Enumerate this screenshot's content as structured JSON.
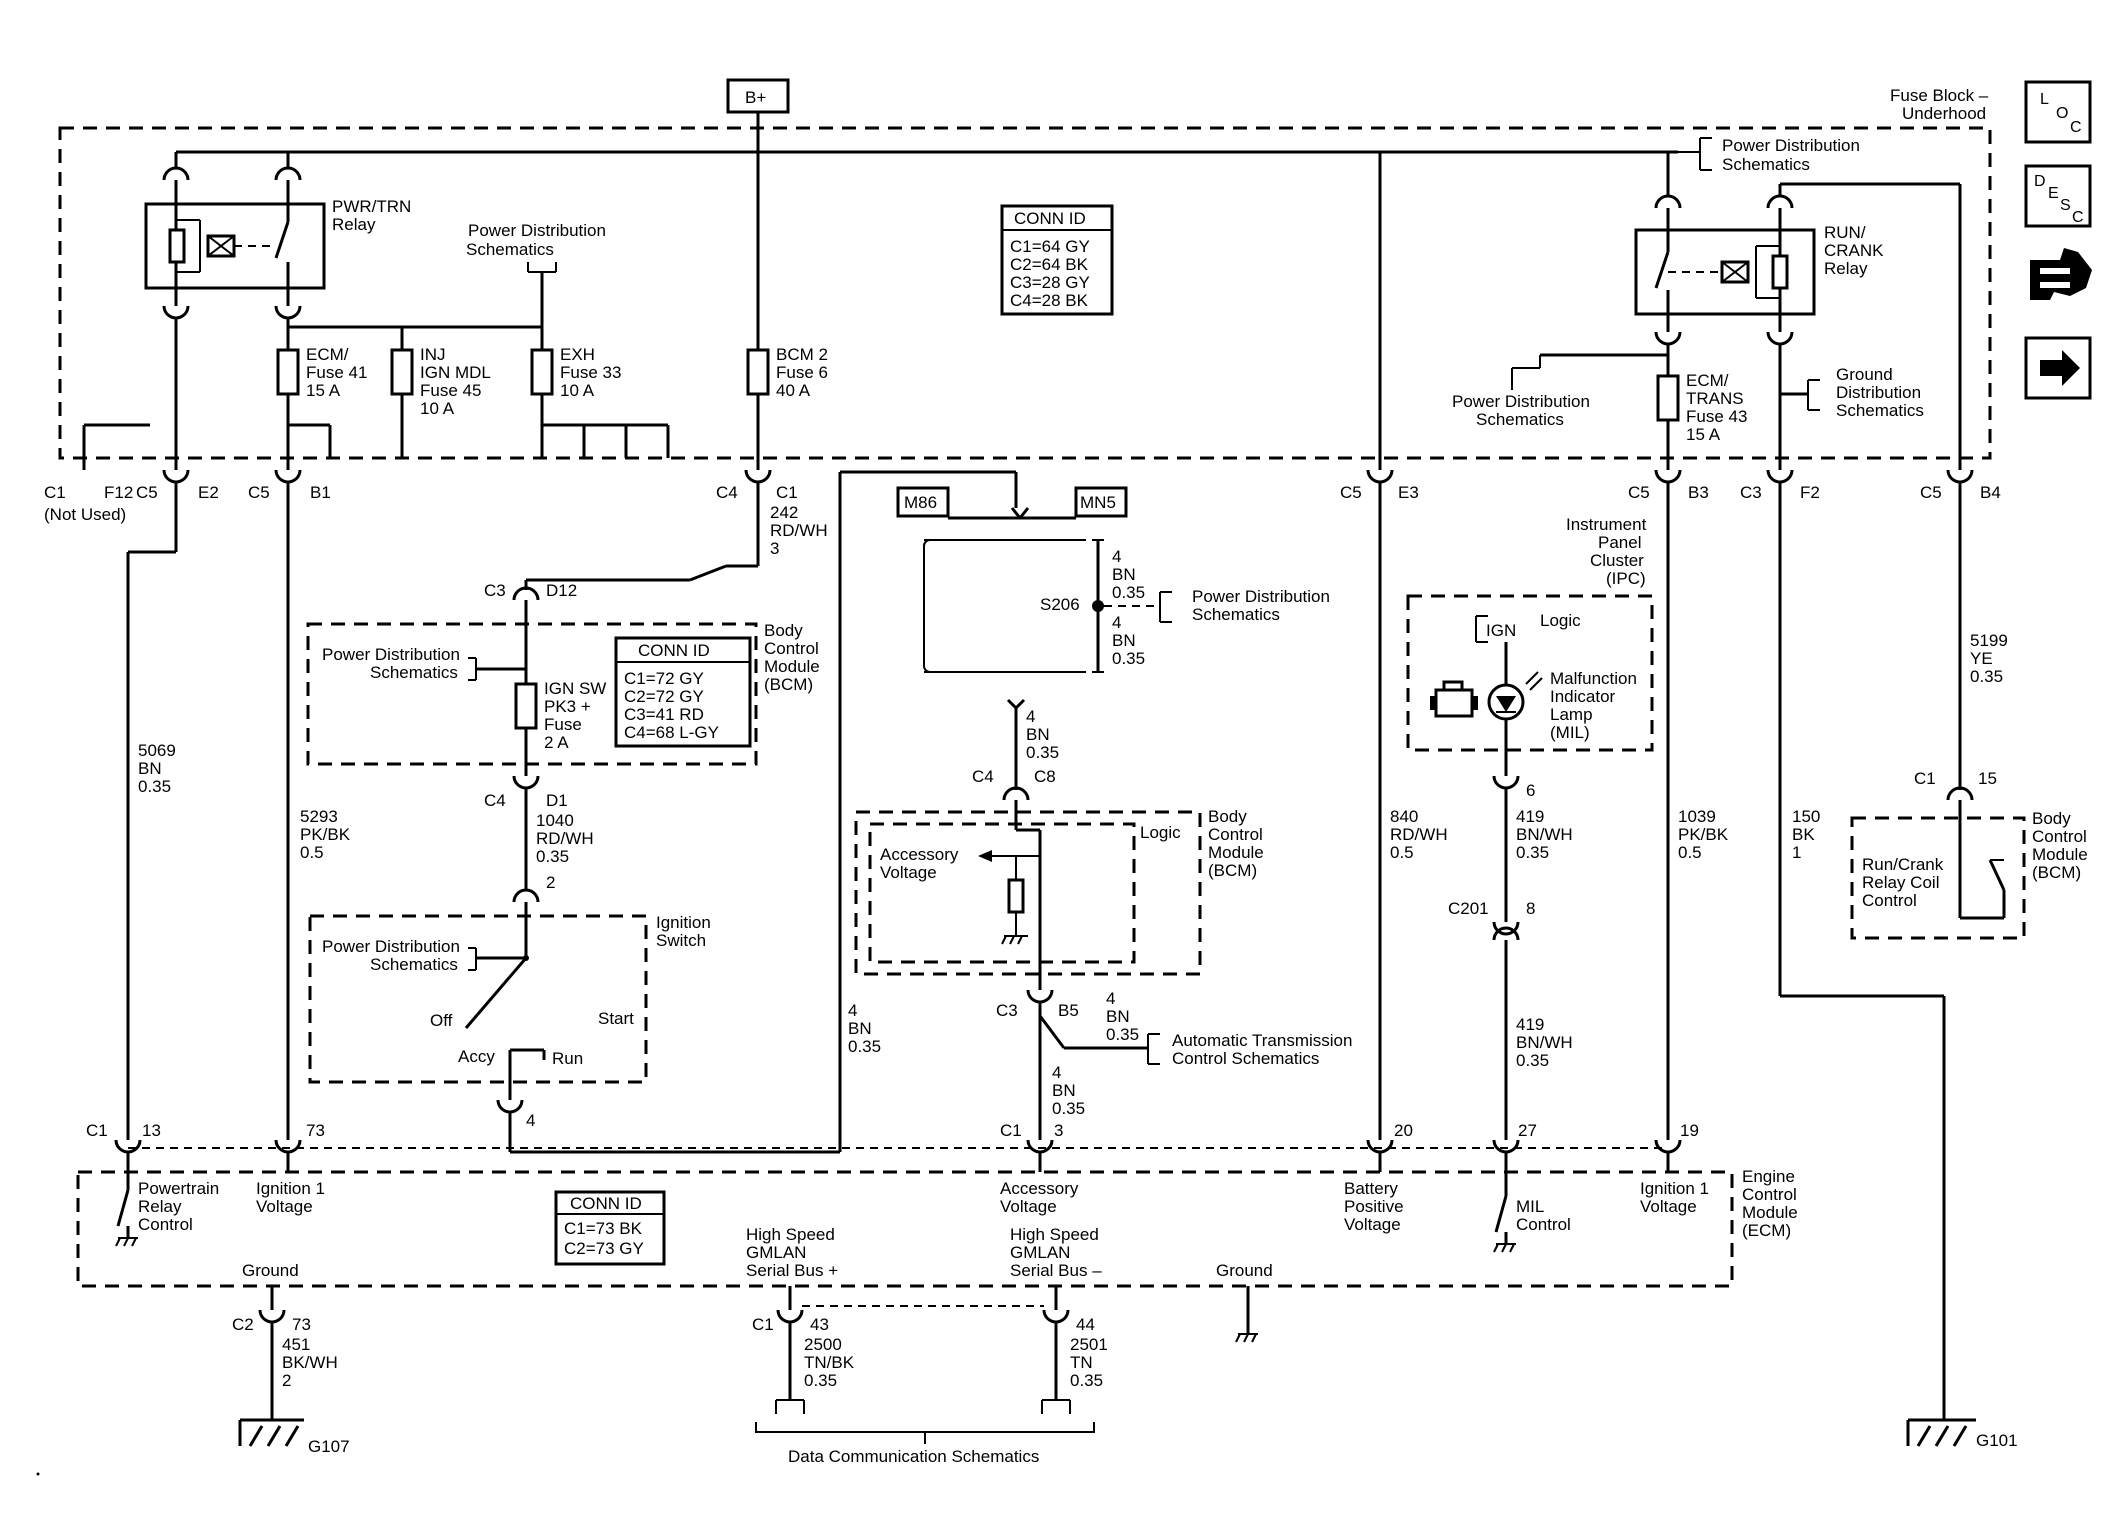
{
  "b_plus": "B+",
  "fuse_block": {
    "line1": "Fuse Block –",
    "line2": "Underhood"
  },
  "nav": {
    "loc": [
      "L",
      "O",
      "C"
    ],
    "desc": [
      "D",
      "E",
      "S",
      "C"
    ]
  },
  "power_dist": {
    "line1": "Power Distribution",
    "line2": "Schematics"
  },
  "ground_dist": [
    "Ground",
    "Distribution",
    "Schematics"
  ],
  "pwr_trn_relay": [
    "PWR/TRN",
    "Relay"
  ],
  "run_crank_relay": [
    "RUN/",
    "CRANK",
    "Relay"
  ],
  "fuses": {
    "ecm": [
      "ECM/",
      "Fuse 41",
      "15 A"
    ],
    "inj": [
      "INJ",
      "IGN MDL",
      "Fuse 45",
      "10 A"
    ],
    "exh": [
      "EXH",
      "Fuse 33",
      "10 A"
    ],
    "bcm2": [
      "BCM 2",
      "Fuse 6",
      "40 A"
    ],
    "ecm_trans": [
      "ECM/",
      "TRANS",
      "Fuse 43",
      "15 A"
    ],
    "ign_sw": [
      "IGN SW",
      "PK3 +",
      "Fuse",
      "2 A"
    ]
  },
  "conn_id_fuse_block": {
    "title": "CONN ID",
    "rows": [
      "C1=64 GY",
      "C2=64 BK",
      "C3=28 GY",
      "C4=28 BK"
    ]
  },
  "conn_id_bcm": {
    "title": "CONN ID",
    "rows": [
      "C1=72 GY",
      "C2=72 GY",
      "C3=41 RD",
      "C4=68 L-GY"
    ]
  },
  "conn_id_ecm": {
    "title": "CONN ID",
    "rows": [
      "C1=73 BK",
      "C2=73 GY"
    ]
  },
  "fuse_block_pins": {
    "c1_not_used": [
      "C1",
      "(Not Used)"
    ],
    "f12": "F12",
    "c5_e2": [
      "C5",
      "E2"
    ],
    "c5_b1": [
      "C5",
      "B1"
    ],
    "c4_c1": [
      "C4",
      "C1"
    ],
    "c5_e3": [
      "C5",
      "E3"
    ],
    "c5_b3": [
      "C5",
      "B3"
    ],
    "c3_f2": [
      "C3",
      "F2"
    ],
    "c5_b4": [
      "C5",
      "B4"
    ]
  },
  "wires": {
    "w242": [
      "242",
      "RD/WH",
      "3"
    ],
    "w5069": [
      "5069",
      "BN",
      "0.35"
    ],
    "w5293": [
      "5293",
      "PK/BK",
      "0.5"
    ],
    "w1040": [
      "1040",
      "RD/WH",
      "0.35"
    ],
    "w4bn_a": [
      "4",
      "BN",
      "0.35"
    ],
    "w4bn_b": [
      "4",
      "BN",
      "0.35"
    ],
    "w4bn_c": [
      "4",
      "BN",
      "0.35"
    ],
    "w4bn_d": [
      "4",
      "BN",
      "0.35"
    ],
    "w4bn_e": [
      "4",
      "BN",
      "0.35"
    ],
    "w4bn_f": [
      "4",
      "BN",
      "0.35"
    ],
    "w840": [
      "840",
      "RD/WH",
      "0.5"
    ],
    "w419a": [
      "419",
      "BN/WH",
      "0.35"
    ],
    "w419b": [
      "419",
      "BN/WH",
      "0.35"
    ],
    "w1039": [
      "1039",
      "PK/BK",
      "0.5"
    ],
    "w150": [
      "150",
      "BK",
      "1"
    ],
    "w5199": [
      "5199",
      "YE",
      "0.35"
    ],
    "w451": [
      "451",
      "BK/WH",
      "2"
    ],
    "w2500": [
      "2500",
      "TN/BK",
      "0.35"
    ],
    "w2501": [
      "2501",
      "TN",
      "0.35"
    ]
  },
  "bcm_top": {
    "title": [
      "Body",
      "Control",
      "Module",
      "(BCM)"
    ],
    "c3_d12": [
      "C3",
      "D12"
    ],
    "c4_d1": [
      "C4",
      "D1"
    ]
  },
  "ign_switch": {
    "title": [
      "Ignition",
      "Switch"
    ],
    "pin_top": "2",
    "pin_bottom": "4",
    "off": "Off",
    "start": "Start",
    "accy": "Accy",
    "run": "Run"
  },
  "m86": "M86",
  "mn5": "MN5",
  "s206": "S206",
  "bcm_mid": {
    "title": [
      "Body",
      "Control",
      "Module",
      "(BCM)"
    ],
    "logic": "Logic",
    "accessory_voltage": [
      "Accessory",
      "Voltage"
    ],
    "c4_c8": [
      "C4",
      "C8"
    ],
    "c3_b5": [
      "C3",
      "B5"
    ]
  },
  "auto_trans": [
    "Automatic Transmission",
    "Control Schematics"
  ],
  "ipc": {
    "title": [
      "Instrument",
      "Panel",
      "Cluster",
      "(IPC)"
    ],
    "ign": "IGN",
    "logic": "Logic",
    "mil": [
      "Malfunction",
      "Indicator",
      "Lamp",
      "(MIL)"
    ],
    "pin6": "6",
    "c201": "C201",
    "pin8": "8"
  },
  "bcm_right": {
    "title": [
      "Body",
      "Control",
      "Module",
      "(BCM)"
    ],
    "label": [
      "Run/Crank",
      "Relay Coil",
      "Control"
    ],
    "c1_15": [
      "C1",
      "15"
    ]
  },
  "ecm": {
    "title": [
      "Engine",
      "Control",
      "Module",
      "(ECM)"
    ],
    "c1": "C1",
    "pins": [
      "13",
      "73",
      "3",
      "20",
      "27",
      "19"
    ],
    "c1b": "C1",
    "powertrain_relay": [
      "Powertrain",
      "Relay",
      "Control"
    ],
    "ignition1_a": [
      "Ignition 1",
      "Voltage"
    ],
    "accessory": [
      "Accessory",
      "Voltage"
    ],
    "battery": [
      "Battery",
      "Positive",
      "Voltage"
    ],
    "mil_control": [
      "MIL",
      "Control"
    ],
    "ignition1_b": [
      "Ignition 1",
      "Voltage"
    ],
    "ground_a": "Ground",
    "ground_b": "Ground",
    "gmlan_plus": [
      "High Speed",
      "GMLAN",
      "Serial Bus +"
    ],
    "gmlan_minus": [
      "High Speed",
      "GMLAN",
      "Serial Bus –"
    ],
    "c2_73": [
      "C2",
      "73"
    ],
    "c1_43": [
      "C1",
      "43"
    ],
    "pin44": "44"
  },
  "grounds": {
    "g107": "G107",
    "g101": "G101"
  },
  "data_comm": "Data Communication Schematics"
}
